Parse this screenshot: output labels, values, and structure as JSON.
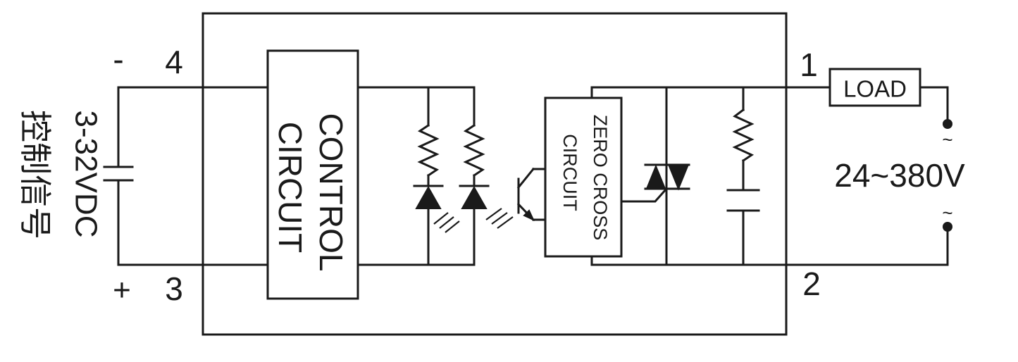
{
  "terminals": {
    "t4": "4",
    "t3": "3",
    "t1": "1",
    "t2": "2"
  },
  "polarity": {
    "minus": "-",
    "plus": "+"
  },
  "input": {
    "voltage": "3-32VDC",
    "chinese": "控制信号"
  },
  "blocks": {
    "control_line1": "CONTROL",
    "control_line2": "CIRCUIT",
    "zero_line1": "ZERO CROSS",
    "zero_line2": "CIRCUIT",
    "load": "LOAD"
  },
  "output": {
    "voltage": "24~380V",
    "ac_top": "~",
    "ac_bottom": "~"
  }
}
